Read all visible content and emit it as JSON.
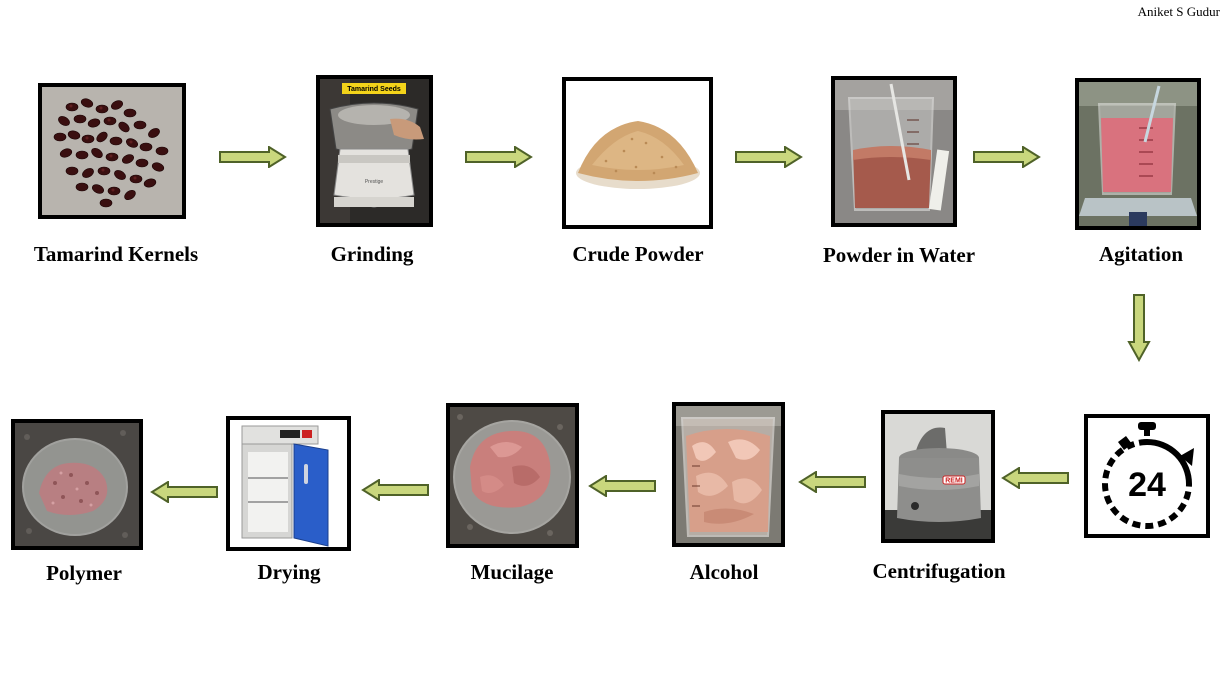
{
  "author": "Aniket S Gudur",
  "steps": [
    {
      "label": "Tamarind Kernels",
      "icon": "tamarind-kernels-photo"
    },
    {
      "label": "Grinding",
      "icon": "grinder-photo",
      "caption": "Tamarind Seeds"
    },
    {
      "label": "Crude Powder",
      "icon": "crude-powder-photo"
    },
    {
      "label": "Powder in Water",
      "icon": "beaker-powder-water-photo"
    },
    {
      "label": "Agitation",
      "icon": "beaker-agitation-photo"
    },
    {
      "label": "",
      "icon": "timer-24-icon",
      "timer_text": "24"
    },
    {
      "label": "Centrifugation",
      "icon": "centrifuge-photo",
      "brand": "REMI"
    },
    {
      "label": "Alcohol",
      "icon": "beaker-alcohol-photo"
    },
    {
      "label": "Mucilage",
      "icon": "mucilage-dish-photo"
    },
    {
      "label": "Drying",
      "icon": "drying-oven-photo"
    },
    {
      "label": "Polymer",
      "icon": "polymer-dish-photo"
    }
  ],
  "colors": {
    "arrow_fill": "#c9d77d",
    "arrow_stroke": "#4f6228",
    "frame": "#000000"
  }
}
